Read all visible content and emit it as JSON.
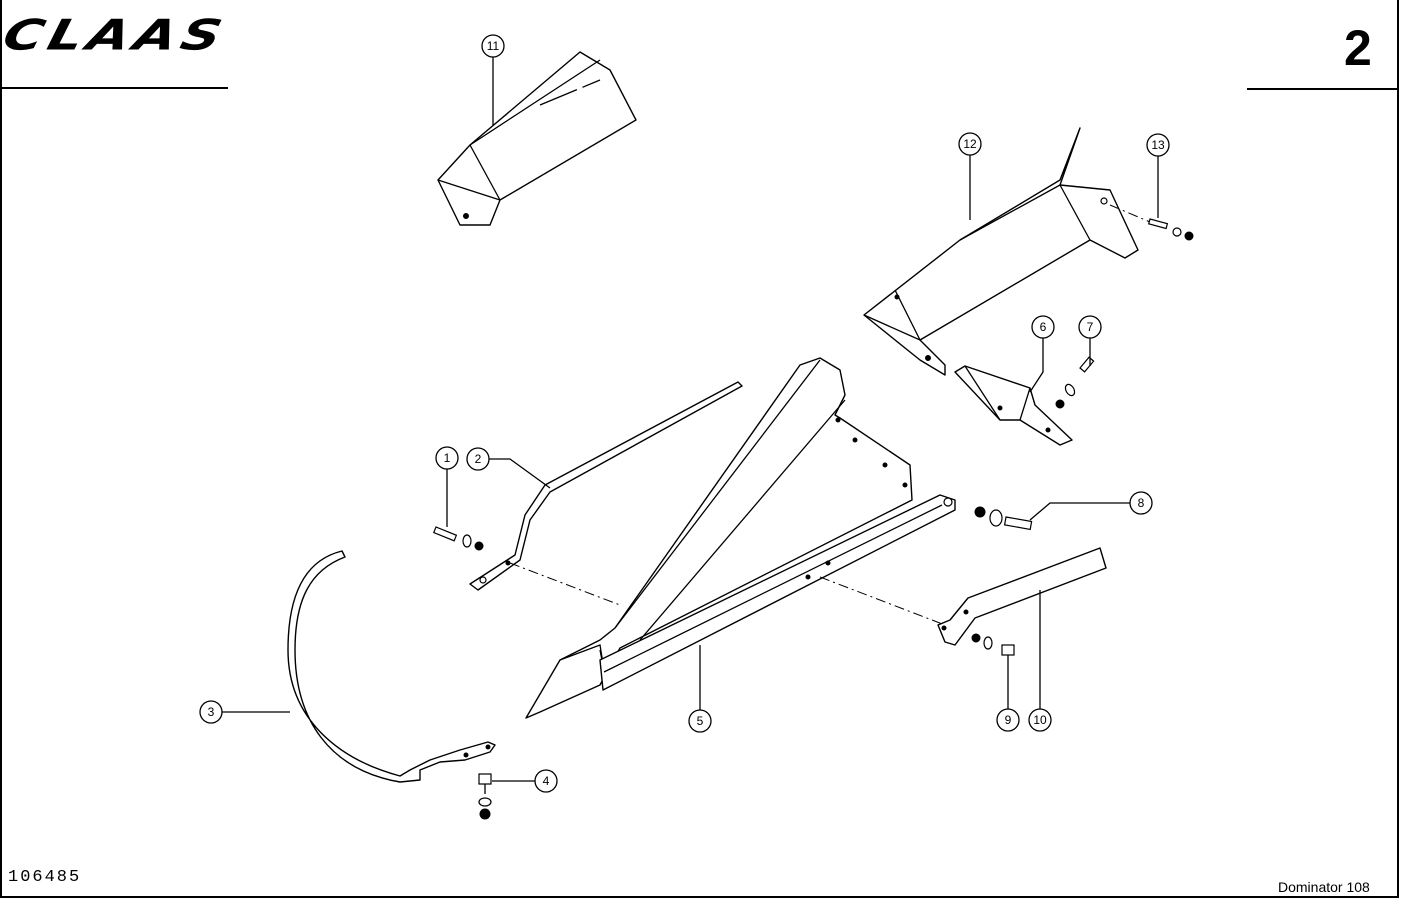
{
  "header": {
    "brand": "CLAAS",
    "page_number": "2"
  },
  "footer": {
    "drawing_number": "106485",
    "model": "Dominator 108"
  },
  "callouts": [
    {
      "label": "1"
    },
    {
      "label": "2"
    },
    {
      "label": "3"
    },
    {
      "label": "4"
    },
    {
      "label": "5"
    },
    {
      "label": "6"
    },
    {
      "label": "7"
    },
    {
      "label": "8"
    },
    {
      "label": "9"
    },
    {
      "label": "10"
    },
    {
      "label": "11"
    },
    {
      "label": "12"
    },
    {
      "label": "13"
    }
  ]
}
